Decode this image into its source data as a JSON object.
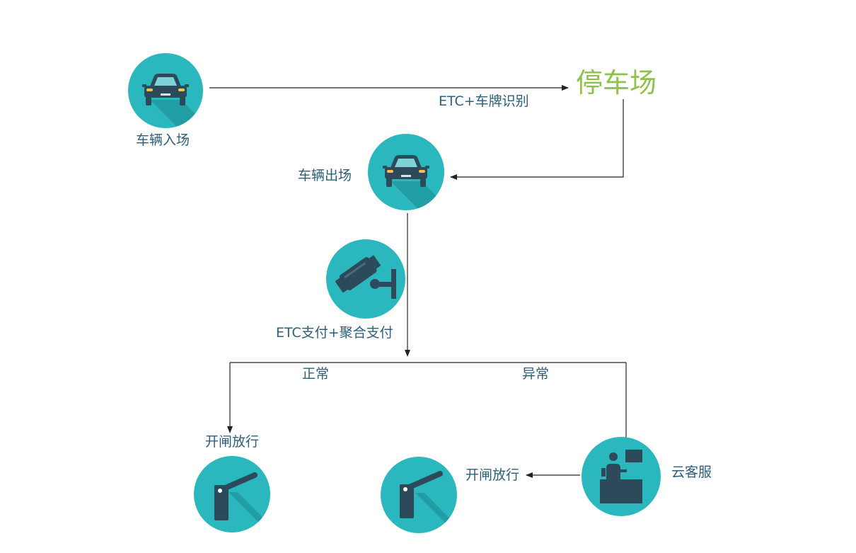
{
  "colors": {
    "circle": "#2bb7be",
    "circle_shadow": "#1f9aa0",
    "icon": "#2c4a5a",
    "headlight": "#f5c242",
    "text": "#2c5f7c",
    "highlight": "#8fc24a",
    "line": "#222222"
  },
  "icons": {
    "car_in": "car-icon",
    "car_out": "car-icon",
    "camera": "camera-icon",
    "barrier_left": "barrier-gate-icon",
    "barrier_mid": "barrier-gate-icon",
    "service": "customer-service-icon"
  },
  "labels": {
    "car_entry": "车辆入场",
    "parking_lot": "停车场",
    "etc_plate": "ETC+车牌识别",
    "car_exit": "车辆出场",
    "payment": "ETC支付+聚合支付",
    "normal": "正常",
    "abnormal": "异常",
    "open_gate_left": "开闸放行",
    "open_gate_right": "开闸放行",
    "cloud_service": "云客服"
  }
}
